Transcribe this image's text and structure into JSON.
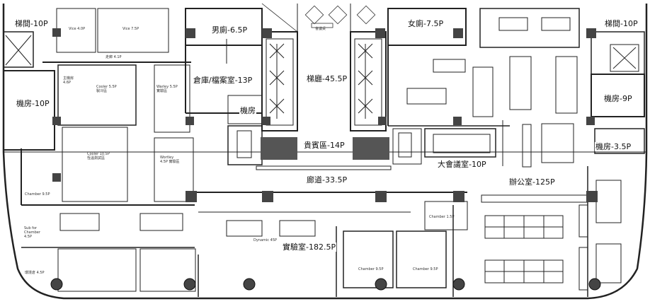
{
  "rooms": {
    "stair_left": "梯間-10P",
    "machine_left": "機房-10P",
    "mens_room": "男廁-6.5P",
    "storage": "倉庫/檔案室-13P",
    "machine_small": "機房",
    "stairwell_center": "梯廳-45.5P",
    "reception": "貴賓區-14P",
    "corridor": "廊道-33.5P",
    "training": "實驗室-182.5P",
    "womens_room": "女廁-7.5P",
    "stair_right": "梯間-10P",
    "machine_right": "機房-9P",
    "machine_right_small": "機房-3.5P",
    "conference": "大會議室-10P",
    "office": "辦公室-125P"
  },
  "small_text": {
    "t1": "Vice 4.0P",
    "t2": "Vice 7.5P",
    "t3": "走廊 4.1P",
    "t4": "主機房 4.6P",
    "t5": "Cooler 5.5P 製冷區",
    "t6": "Cooler 10.5P 恆溫測試區",
    "t7": "Warley 5.5P 實驗區",
    "t8": "Wortley 4.5P 實驗區",
    "t9": "Sub for Chamber 4.5P",
    "t10": "環境倉 4.5P",
    "t11": "Chamber 9.5P",
    "t12": "Dynamic 45P",
    "t13": "Chamber 1.5P",
    "t14": "Chamber 9.5P",
    "t15": "Chamber 9.5P",
    "t16": "會議桌"
  }
}
